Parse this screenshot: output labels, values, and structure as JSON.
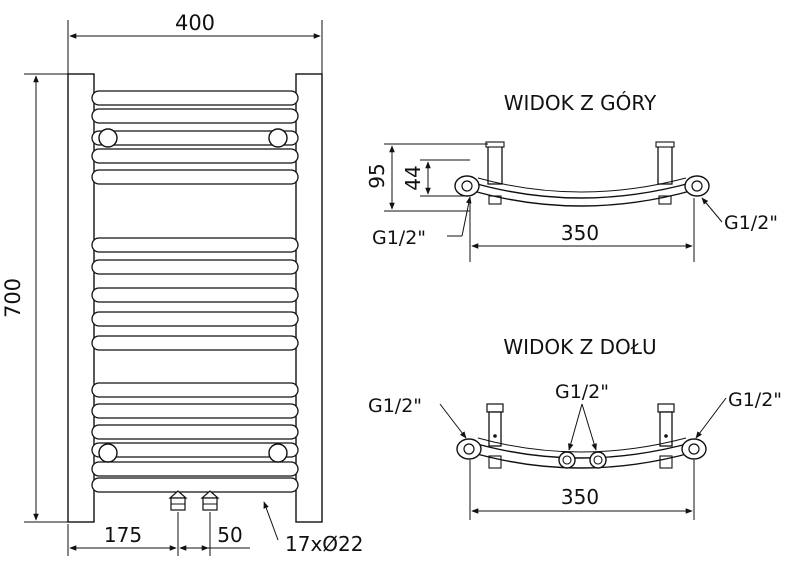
{
  "front": {
    "width": "400",
    "height": "700",
    "offset": "175",
    "spacing": "50",
    "tubes": "17xØ22"
  },
  "top_view": {
    "title": "WIDOK Z GÓRY",
    "depth_total": "95",
    "depth_inner": "44",
    "connection_left": "G1/2\"",
    "connection_right": "G1/2\"",
    "width": "350"
  },
  "bottom_view": {
    "title": "WIDOK Z DOŁU",
    "connection_left": "G1/2\"",
    "connection_middle": "G1/2\"",
    "connection_right": "G1/2\"",
    "width": "350"
  }
}
